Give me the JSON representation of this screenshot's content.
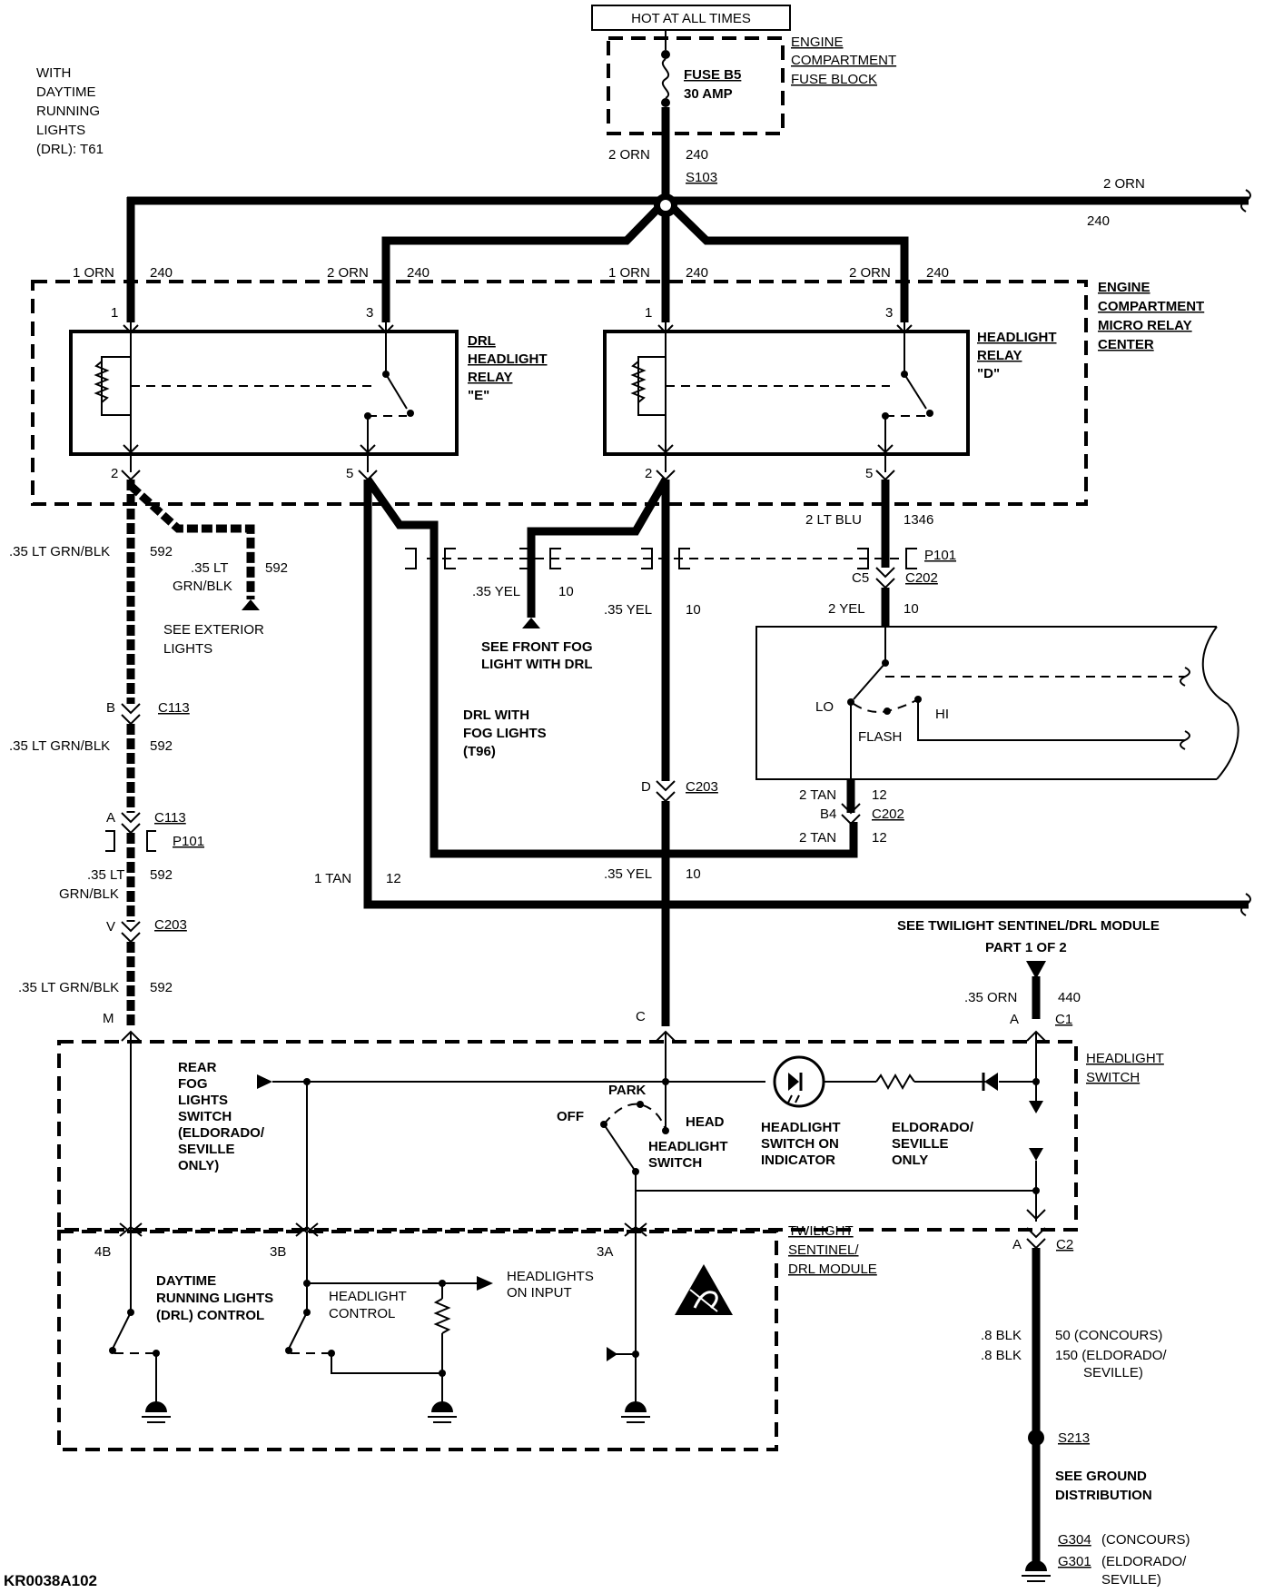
{
  "header": {
    "hot": "HOT AT ALL TIMES",
    "applicability": [
      "WITH",
      "DAYTIME",
      "RUNNING",
      "LIGHTS",
      "(DRL): T61"
    ]
  },
  "fuse_block": {
    "title": [
      "ENGINE",
      "COMPARTMENT",
      "FUSE BLOCK"
    ],
    "fuse": "FUSE B5",
    "amps": "30 AMP"
  },
  "feed": {
    "wire": "2 ORN",
    "circuit": "240",
    "splice": "S103",
    "right_wire": "2 ORN",
    "right_circuit": "240"
  },
  "relay_center": {
    "title": [
      "ENGINE",
      "COMPARTMENT",
      "MICRO RELAY",
      "CENTER"
    ]
  },
  "relay_e": {
    "title": [
      "DRL",
      "HEADLIGHT",
      "RELAY",
      "\"E\""
    ],
    "pin1_wire": "1 ORN",
    "pin1_circuit": "240",
    "pin3_wire": "2 ORN",
    "pin3_circuit": "240",
    "pins": [
      "1",
      "3",
      "2",
      "5"
    ]
  },
  "relay_d": {
    "title": [
      "HEADLIGHT",
      "RELAY",
      "\"D\""
    ],
    "pin1_wire": "1 ORN",
    "pin1_circuit": "240",
    "pin3_wire": "2 ORN",
    "pin3_circuit": "240",
    "pins": [
      "1",
      "3",
      "2",
      "5"
    ]
  },
  "left_branch": {
    "wire1": ".35 LT GRN/BLK",
    "circuit1": "592",
    "ext_wire": [
      ".35 LT",
      "GRN/BLK"
    ],
    "ext_circuit": "592",
    "see_ext": [
      "SEE EXTERIOR",
      "LIGHTS"
    ],
    "c113_b_pin": "B",
    "c113_b": "C113",
    "wire2": ".35 LT GRN/BLK",
    "circuit2": "592",
    "c113_a_pin": "A",
    "c113_a": "C113",
    "p101": "P101",
    "wire3": [
      ".35 LT",
      "GRN/BLK"
    ],
    "circuit3": "592",
    "c203_pin": "V",
    "c203": "C203",
    "wire4": ".35 LT GRN/BLK",
    "circuit4": "592",
    "pin_m": "M"
  },
  "fog": {
    "wire": ".35 YEL",
    "circuit": "10",
    "see": [
      "SEE FRONT FOG",
      "LIGHT WITH DRL"
    ],
    "drl_fog": [
      "DRL WITH",
      "FOG LIGHTS",
      "(T96)"
    ]
  },
  "center_branch": {
    "wire1": ".35 YEL",
    "circuit1": "10",
    "c203_pin": "D",
    "c203": "C203",
    "wire2": ".35 YEL",
    "circuit2": "10",
    "pin_c": "C"
  },
  "tan_circuit": {
    "wire": "1 TAN",
    "circuit": "12"
  },
  "dimmer": {
    "lt_blu_wire": "2 LT BLU",
    "lt_blu_circuit": "1346",
    "p101": "P101",
    "c5_pin": "C5",
    "c202": "C202",
    "yel_wire": "2 YEL",
    "yel_circuit": "10",
    "lo": "LO",
    "hi": "HI",
    "flash": "FLASH",
    "tan_wire": "2 TAN",
    "tan_circuit": "12",
    "b4_pin": "B4",
    "c202_b": "C202",
    "tan_wire2": "2 TAN",
    "tan_circuit2": "12"
  },
  "sentinel_ref": {
    "line1": "SEE TWILIGHT SENTINEL/DRL MODULE",
    "line2": "PART 1 OF 2",
    "wire": ".35 ORN",
    "circuit": "440",
    "pin": "A",
    "conn": "C1"
  },
  "headlight_switch": {
    "title": [
      "HEADLIGHT",
      "SWITCH"
    ],
    "rear_fog": [
      "REAR",
      "FOG",
      "LIGHTS",
      "SWITCH",
      "(ELDORADO/",
      "SEVILLE",
      "ONLY)"
    ],
    "park": "PARK",
    "off": "OFF",
    "head": "HEAD",
    "switch_label": [
      "HEADLIGHT",
      "SWITCH"
    ],
    "indicator": [
      "HEADLIGHT",
      "SWITCH ON",
      "INDICATOR"
    ],
    "eldorado": [
      "ELDORADO/",
      "SEVILLE",
      "ONLY"
    ]
  },
  "module": {
    "title": [
      "TWILIGHT",
      "SENTINEL/",
      "DRL MODULE"
    ],
    "pins": [
      "4B",
      "3B",
      "3A"
    ],
    "drl_control": [
      "DAYTIME",
      "RUNNING LIGHTS",
      "(DRL) CONTROL"
    ],
    "hl_control": [
      "HEADLIGHT",
      "CONTROL"
    ],
    "hl_input": [
      "HEADLIGHTS",
      "ON INPUT"
    ]
  },
  "ground": {
    "c2_pin": "A",
    "c2": "C2",
    "wire1": ".8 BLK",
    "circuit1": "50  (CONCOURS)",
    "wire2": ".8 BLK",
    "circuit2": [
      "150 (ELDORADO/",
      "SEVILLE)"
    ],
    "splice": "S213",
    "see": [
      "SEE GROUND",
      "DISTRIBUTION"
    ],
    "g304": "G304",
    "g304_note": "(CONCOURS)",
    "g301": "G301",
    "g301_note": [
      "(ELDORADO/",
      "SEVILLE)"
    ]
  },
  "figure_id": "KR0038A102"
}
